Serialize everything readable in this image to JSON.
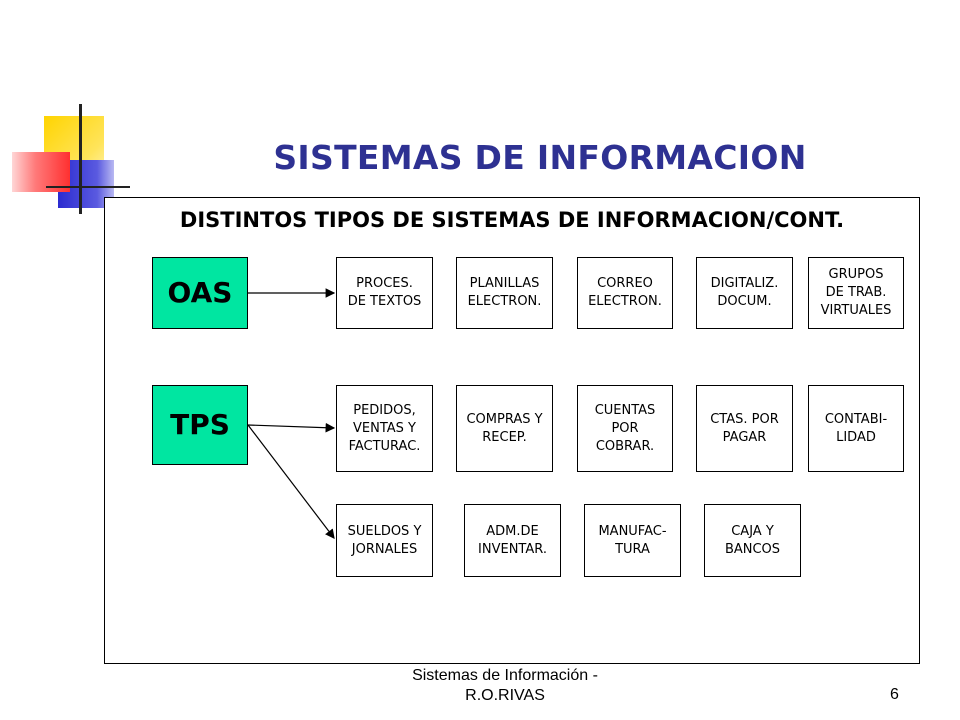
{
  "title": "SISTEMAS DE INFORMACION",
  "subtitle": "DISTINTOS TIPOS DE SISTEMAS DE INFORMACION/CONT.",
  "oas": {
    "label": "OAS",
    "items": [
      "PROCES.\nDE TEXTOS",
      "PLANILLAS\nELECTRON.",
      "CORREO\nELECTRON.",
      "DIGITALIZ.\nDOCUM.",
      "GRUPOS\nDE TRAB.\nVIRTUALES"
    ]
  },
  "tps": {
    "label": "TPS",
    "row1": [
      "PEDIDOS,\nVENTAS Y\nFACTURAC.",
      "COMPRAS Y\nRECEP.",
      "CUENTAS\nPOR\nCOBRAR.",
      "CTAS. POR\nPAGAR",
      "CONTABI-\nLIDAD"
    ],
    "row2": [
      "SUELDOS Y\nJORNALES",
      "ADM.DE\nINVENTAR.",
      "MANUFAC-\nTURA",
      "CAJA Y\nBANCOS"
    ]
  },
  "footer": {
    "text": "Sistemas de Información -\nR.O.RIVAS",
    "page": "6"
  },
  "colors": {
    "title": "#2e3192",
    "category_fill": "#00e6a1",
    "deco_yellow": "#ffd400",
    "deco_blue": "#3c3cd8",
    "deco_red": "#ff3b3b"
  }
}
